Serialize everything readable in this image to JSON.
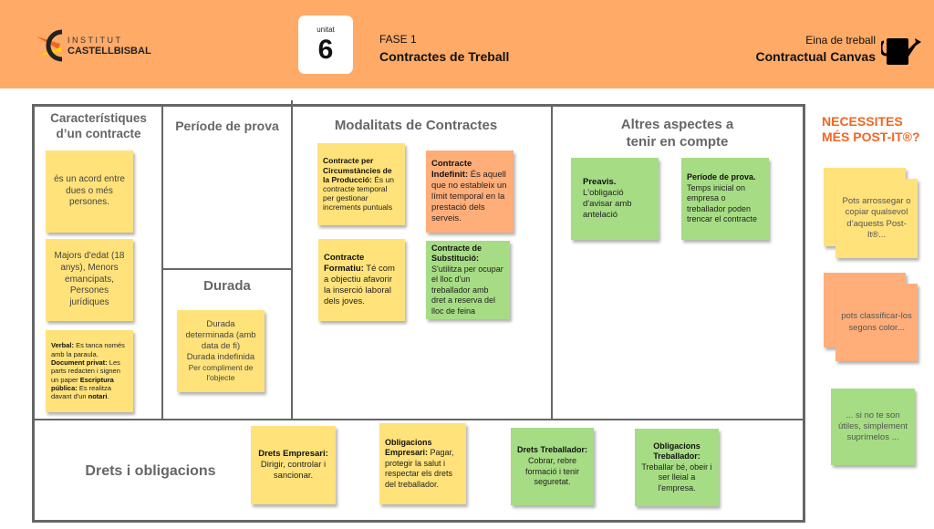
{
  "header": {
    "logo_line1": "INSTITUT",
    "logo_line2": "CASTELLBISBAL",
    "unit_label": "unitat",
    "unit_number": "6",
    "phase": "FASE 1",
    "phase_title": "Contractes de Treball",
    "tool_label": "Eina de treball",
    "tool_name": "Contractual Canvas"
  },
  "sections": {
    "caracteristiques": "Característiques d’un contracte",
    "periode": "Període de prova",
    "durada": "Durada",
    "modalitats": "Modalitats de Contractes",
    "altres": "Altres aspectes a tenir en compte",
    "drets": "Drets i obligacions"
  },
  "notes": {
    "acord": {
      "text": "és un acord entre dues o més persones."
    },
    "majors": {
      "text": "Majors d'edat (18 anys), Menors emancipats, Persones jurídiques"
    },
    "forma": {
      "b1": "Verbal:",
      "t1": " Es tanca només amb la paraula.",
      "b2": "Document privat:",
      "t2": " Les parts redacten i signen un paper",
      "b3": "Escriptura pública:",
      "t3": " Es realitza davant d'un ",
      "b4": "notari",
      "t4": "."
    },
    "durada": {
      "l1": "Durada determinada (amb data de fi)",
      "l2": "Durada indefinida",
      "l3": "Per compliment de l'objecte"
    },
    "circumstancies": {
      "bold": "Contracte per Circumstàncies de la Producció:",
      "text": " És un contracte temporal per gestionar increments puntuals"
    },
    "indefinit": {
      "bold": "Contracte Indefinit:",
      "text": " És aquell que no estableix un límit temporal en la prestació dels serveis."
    },
    "formatiu": {
      "bold": "Contracte Formatiu:",
      "text": " Té com a objectiu afavorir la inserció laboral dels joves."
    },
    "substitucio": {
      "bold": "Contracte de Substitució:",
      "text": " S'utilitza per ocupar el lloc d'un treballador amb dret a reserva del lloc de feina"
    },
    "preavis": {
      "bold": "Preavis.",
      "text": " L'obligació d'avisar amb antelació"
    },
    "periode": {
      "bold": "Període de prova.",
      "text": " Temps inicial on empresa o treballador poden trencar el contracte"
    },
    "drets_empresari": {
      "bold": "Drets Empresari:",
      "text": " Dirigir, controlar i sancionar."
    },
    "oblig_empresari": {
      "bold": "Obligacions Empresari:",
      "text": " Pagar, protegir la salut i respectar els drets del treballador."
    },
    "drets_treballador": {
      "bold": "Drets Treballador:",
      "text": " Cobrar, rebre formació i tenir seguretat."
    },
    "oblig_treballador": {
      "bold": "Obligacions Treballador:",
      "text": " Treballar bé, obeir i ser lleial a l'empresa."
    }
  },
  "side": {
    "title1": "NECESSITES",
    "title2": "MÉS POST-IT®?",
    "note1": "Pots arrossegar o copiar qualsevol d’aquests Post-It®...",
    "note2": "pots classificar-los segons color...",
    "note3": "... si no te son útiles, simplement suprímelos ..."
  },
  "colors": {
    "header": "#FFAA66",
    "yellow": "#FFE27A",
    "orange": "#FFAE7A",
    "green": "#A6DC84",
    "accent": "#F26522"
  }
}
